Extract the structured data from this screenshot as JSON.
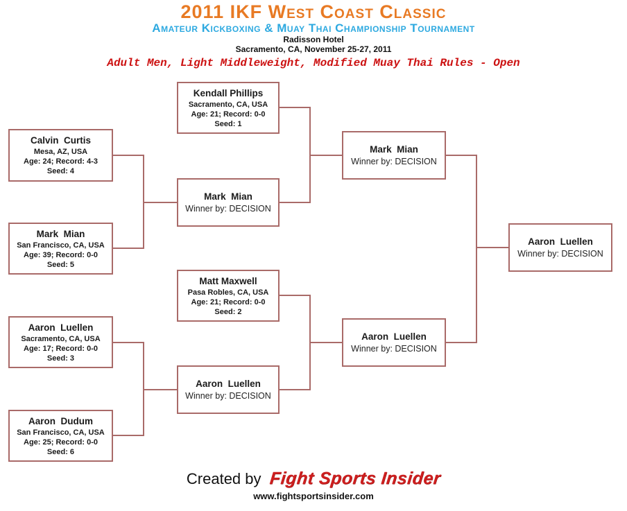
{
  "header": {
    "title": "2011 IKF West Coast Classic",
    "subtitle": "Amateur Kickboxing & Muay Thai Championship Tournament",
    "venue": "Radisson Hotel",
    "location_date": "Sacramento, CA, November 25-27, 2011",
    "division": "Adult Men, Light Middleweight, Modified Muay Thai Rules - Open"
  },
  "colors": {
    "title_orange": "#e87a24",
    "subtitle_blue": "#2da9e0",
    "division_red": "#cc1111",
    "bracket_border": "#a96a68",
    "logo_red": "#cd1f1f"
  },
  "bracket": {
    "entrants": [
      {
        "name": "Kendall Phillips",
        "location": "Sacramento, CA, USA",
        "age_record": "Age: 21; Record: 0-0",
        "seed": "Seed: 1"
      },
      {
        "name": "Calvin  Curtis",
        "location": "Mesa, AZ, USA",
        "age_record": "Age: 24; Record: 4-3",
        "seed": "Seed: 4"
      },
      {
        "name": "Mark  Mian",
        "location": "San Francisco, CA, USA",
        "age_record": "Age: 39; Record: 0-0",
        "seed": "Seed: 5"
      },
      {
        "name": "Matt Maxwell",
        "location": "Pasa Robles, CA, USA",
        "age_record": "Age: 21; Record: 0-0",
        "seed": "Seed: 2"
      },
      {
        "name": "Aaron  Luellen",
        "location": "Sacramento, CA, USA",
        "age_record": "Age: 17; Record: 0-0",
        "seed": "Seed: 3"
      },
      {
        "name": "Aaron  Dudum",
        "location": "San Francisco, CA, USA",
        "age_record": "Age: 25; Record: 0-0",
        "seed": "Seed: 6"
      }
    ],
    "winners": [
      {
        "round": "quarterfinal-top",
        "name": "Mark  Mian",
        "result": "Winner by: DECISION"
      },
      {
        "round": "quarterfinal-bottom",
        "name": "Aaron  Luellen",
        "result": "Winner by: DECISION"
      },
      {
        "round": "semifinal-top",
        "name": "Mark  Mian",
        "result": "Winner by: DECISION"
      },
      {
        "round": "semifinal-bottom",
        "name": "Aaron  Luellen",
        "result": "Winner by: DECISION"
      },
      {
        "round": "final",
        "name": "Aaron  Luellen",
        "result": "Winner by: DECISION"
      }
    ]
  },
  "footer": {
    "created_by": "Created by",
    "logo_text": "Fight Sports Insider",
    "website": "www.fightsportsinsider.com"
  }
}
